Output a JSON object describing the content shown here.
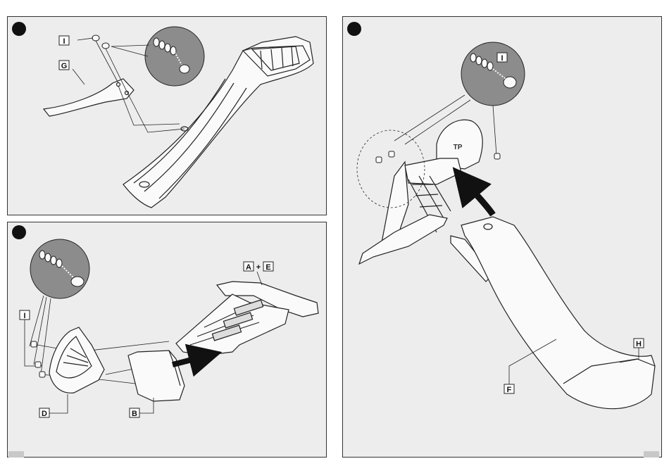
{
  "colors": {
    "panel_bg": "#ededed",
    "line": "#222222",
    "part_fill": "#fafafa",
    "zoom_fill": "#8c8c8c",
    "arrow": "#111111"
  },
  "panels": {
    "top_left": {
      "labels": {
        "bolt": "I",
        "support": "G"
      }
    },
    "bottom_left": {
      "labels": {
        "bolt": "I",
        "ladder": "A",
        "plus": "+",
        "ladder_part": "E",
        "side": "D",
        "platform": "B"
      }
    },
    "right": {
      "labels": {
        "bolt": "I",
        "slide": "F",
        "end": "H"
      },
      "brand": "TP"
    }
  }
}
